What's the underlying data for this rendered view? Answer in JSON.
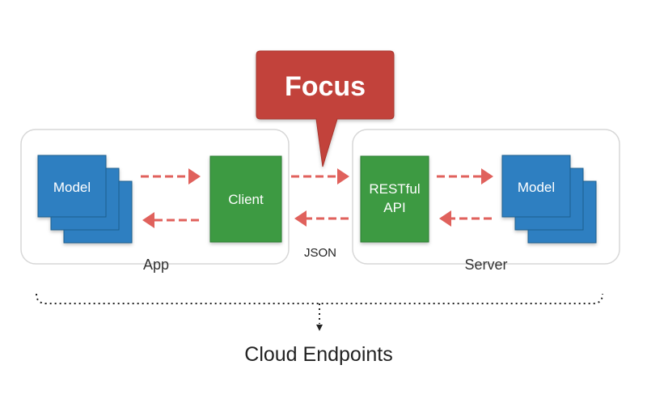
{
  "colors": {
    "focus_callout": "#c2433a",
    "model_blue": "#2f7fc1",
    "box_green": "#3d9a43",
    "arrow_red": "#e0615c"
  },
  "focus_callout": {
    "label": "Focus"
  },
  "app_group": {
    "label": "App",
    "model_label": "Model",
    "client_label": "Client"
  },
  "server_group": {
    "label": "Server",
    "api_label_line1": "RESTful",
    "api_label_line2": "API",
    "model_label": "Model"
  },
  "connector": {
    "label": "JSON"
  },
  "bottom": {
    "label": "Cloud Endpoints"
  }
}
